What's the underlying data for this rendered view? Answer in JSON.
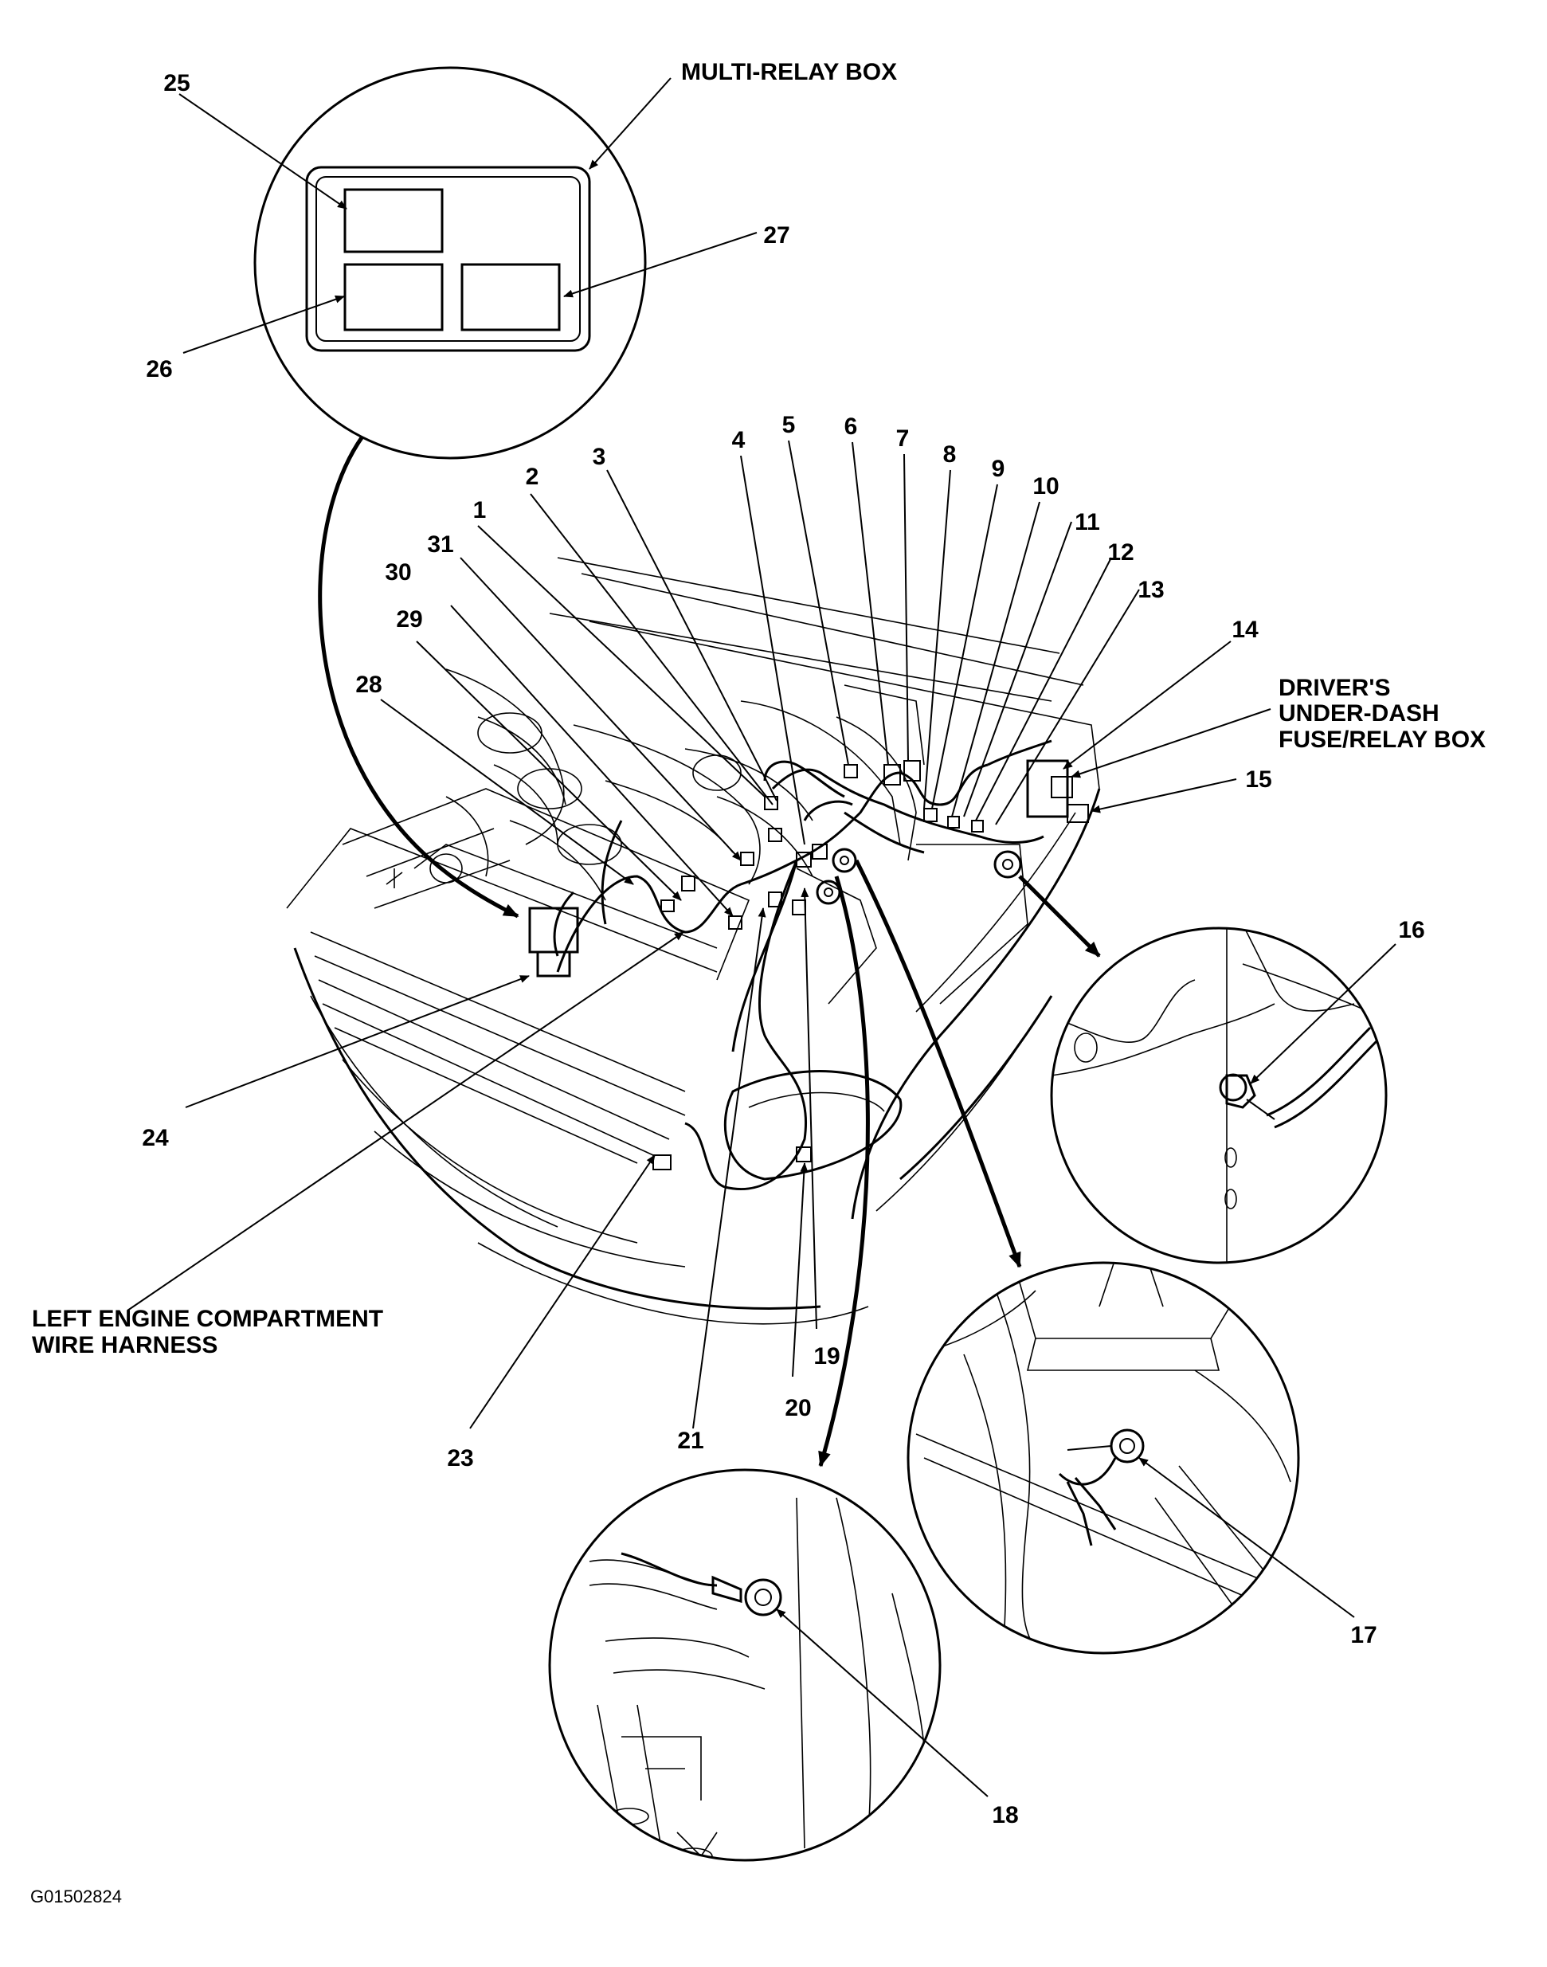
{
  "labels": {
    "multi_relay_box": "MULTI-RELAY BOX",
    "drivers_box_line1": "DRIVER'S",
    "drivers_box_line2": "UNDER-DASH",
    "drivers_box_line3": "FUSE/RELAY BOX",
    "harness_line1": "LEFT ENGINE COMPARTMENT",
    "harness_line2": "WIRE HARNESS",
    "figure_code": "G01502824"
  },
  "callouts": {
    "c1": "1",
    "c2": "2",
    "c3": "3",
    "c4": "4",
    "c5": "5",
    "c6": "6",
    "c7": "7",
    "c8": "8",
    "c9": "9",
    "c10": "10",
    "c11": "11",
    "c12": "12",
    "c13": "13",
    "c14": "14",
    "c15": "15",
    "c16": "16",
    "c17": "17",
    "c18": "18",
    "c19": "19",
    "c20": "20",
    "c21": "21",
    "c23": "23",
    "c24": "24",
    "c25": "25",
    "c26": "26",
    "c27": "27",
    "c28": "28",
    "c29": "29",
    "c30": "30",
    "c31": "31"
  }
}
